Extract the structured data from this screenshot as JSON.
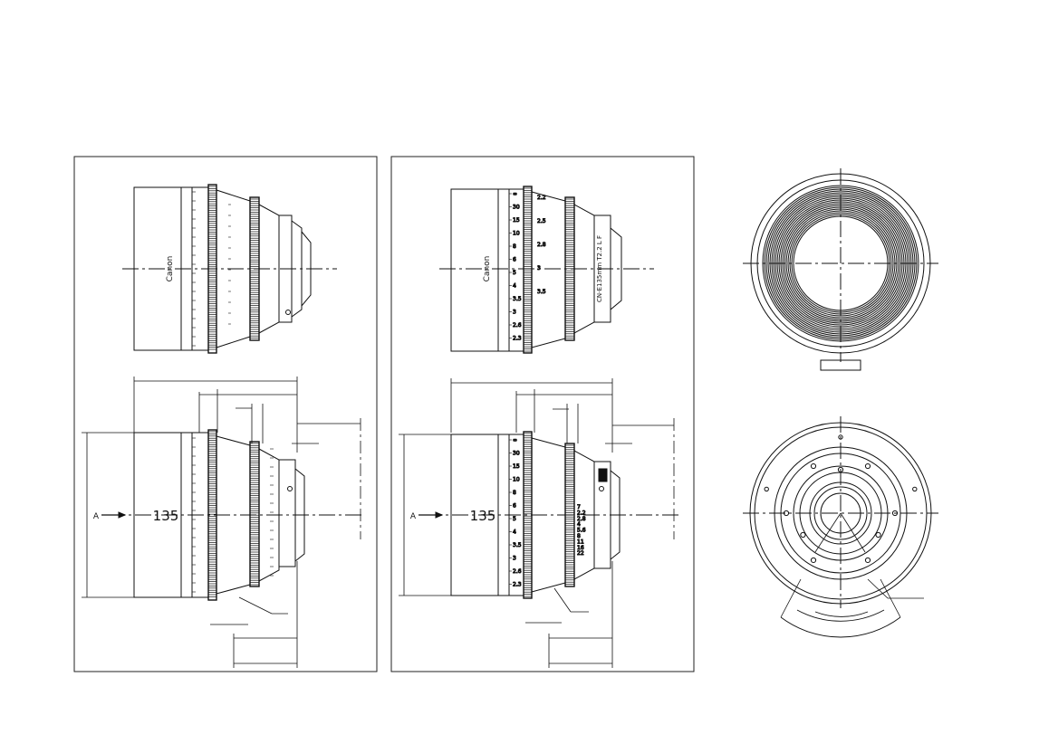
{
  "brand": "Canon",
  "view_arrow_label": "A",
  "focal_length_label": "135",
  "lens_name": "CN-E135mm T2.2 L F",
  "distance_scale_left": [
    "∞",
    "30",
    "15",
    "10",
    "8",
    "6",
    "5",
    "4",
    "3.5",
    "3",
    "2.6",
    "2.3"
  ],
  "distance_scale_right_upper": [
    "2.2",
    "2.5",
    "2.8",
    "3",
    "3.5"
  ],
  "aperture_scale": [
    "7",
    "2.2",
    "2.8",
    "4",
    "5.6",
    "8",
    "11",
    "16",
    "22"
  ],
  "colors": {
    "line": "#111111",
    "frame": "#222222",
    "background": "#ffffff"
  }
}
